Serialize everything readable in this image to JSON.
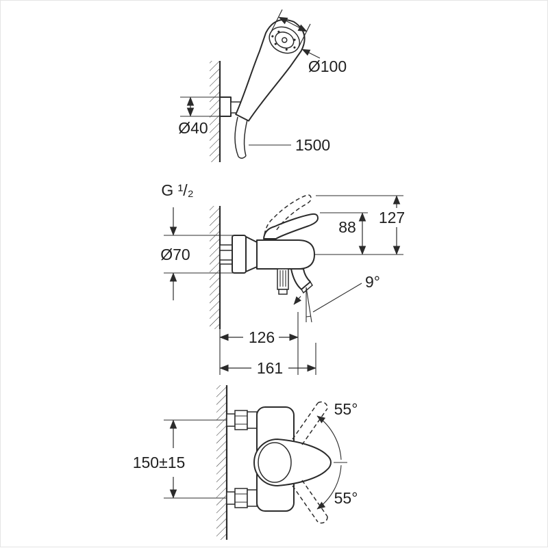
{
  "figure": {
    "hand_shower_view": {
      "head_diameter": "Ø100",
      "holder_diameter": "Ø40",
      "hose_length": "1500"
    },
    "side_view": {
      "connection_thread": "G ¹/₂",
      "escutcheon_diameter": "Ø70",
      "spout_height": "88",
      "total_height": "127",
      "spout_angle": "9°",
      "spout_projection": "126",
      "total_projection": "161"
    },
    "front_view": {
      "connection_centers": "150±15",
      "lever_swing_up": "55°",
      "lever_swing_down": "55°"
    },
    "colors": {
      "line": "#2b2b2b",
      "background": "#ffffff"
    }
  }
}
